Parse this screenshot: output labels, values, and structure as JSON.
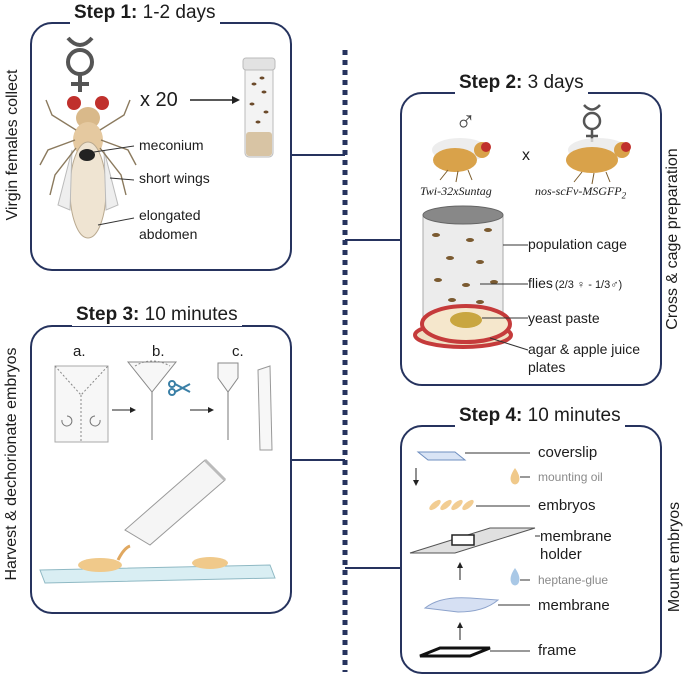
{
  "step1": {
    "title_bold": "Step 1:",
    "title_rest": " 1-2 days",
    "side_label": "Virgin females collect",
    "multiplier": "x 20",
    "annotations": [
      "meconium",
      "short wings",
      "elongated",
      "abdomen"
    ],
    "symbol": "☿"
  },
  "step2": {
    "title_bold": "Step 2:",
    "title_rest": " 3 days",
    "side_label": "Cross & cage preparation",
    "male_symbol": "♂",
    "female_symbol": "☿",
    "cross": "x",
    "male_line": "Twi-32xSuntag",
    "female_line": "nos-scFv-MSGFP",
    "female_line_sub": "2",
    "annotations": {
      "cage": "population cage",
      "flies": "flies",
      "flies_ratio": "(2/3 ♀ - 1/3♂)",
      "yeast": "yeast paste",
      "agar1": "agar & apple juice",
      "agar2": "plates"
    }
  },
  "step3": {
    "title_bold": "Step 3:",
    "title_rest": "  10 minutes",
    "side_label": "Harvest & dechorionate embryos",
    "sublabels": [
      "a.",
      "b.",
      "c."
    ]
  },
  "step4": {
    "title_bold": "Step 4:",
    "title_rest": "  10 minutes",
    "side_label": "Mount embryos",
    "labels": {
      "coverslip": "coverslip",
      "oil": "mounting oil",
      "embryos": "embryos",
      "holder1": "membrane",
      "holder2": "holder",
      "glue": "heptane-glue",
      "membrane": "membrane",
      "frame": "frame"
    }
  },
  "colors": {
    "frame": "#26335e",
    "fly_body": "#d9a24a",
    "eye": "#c0302c"
  }
}
